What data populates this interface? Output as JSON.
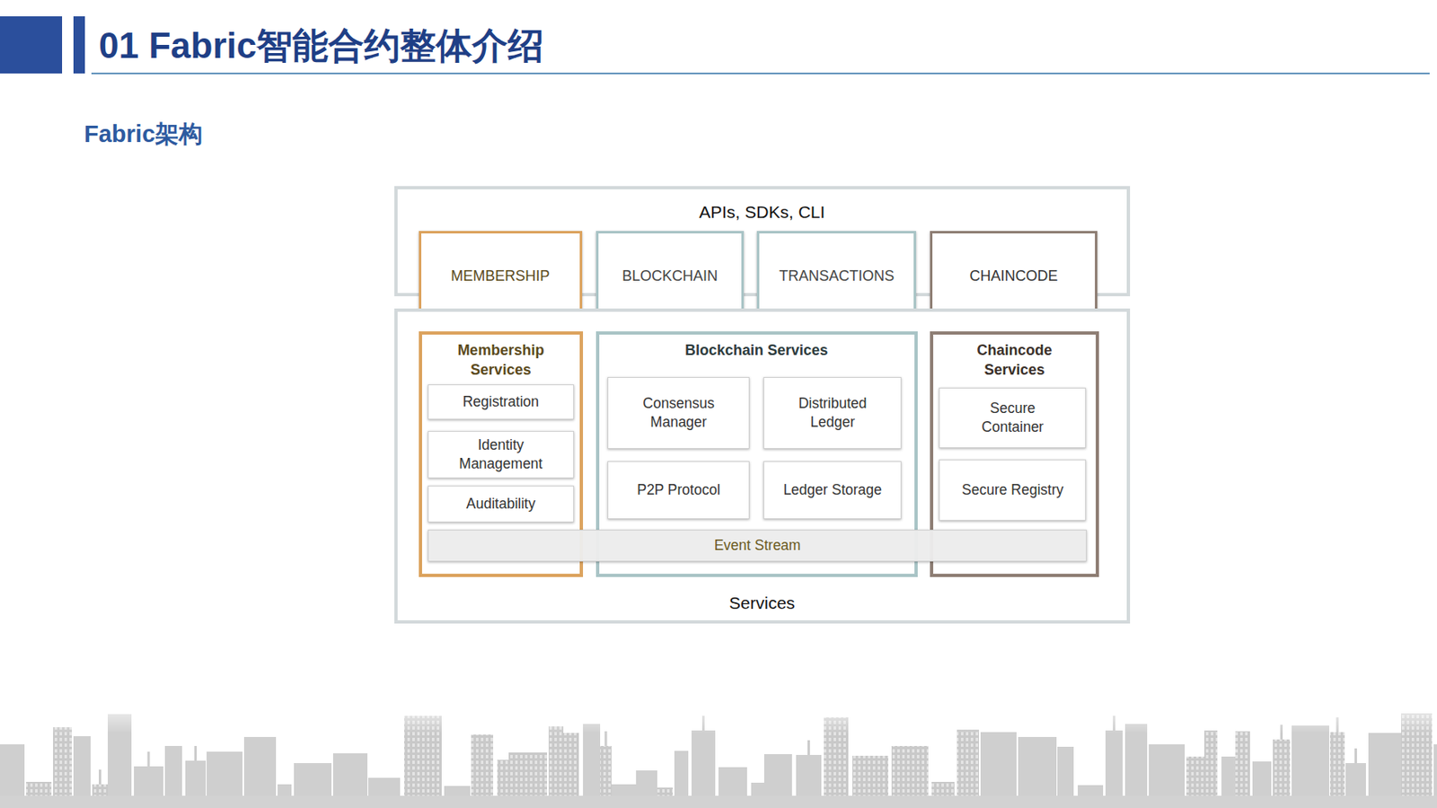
{
  "diagram": {
    "title": "01 Fabric智能合约整体介绍",
    "nodes": [
      {
        "text": [
          "APIs, SDKs, CLI"
        ]
      },
      {
        "text": [
          "MEMBERSHIP"
        ],
        "in": 0
      },
      {
        "text": [
          "BLOCKCHAIN"
        ],
        "in": 0
      },
      {
        "text": [
          "TRANSACTIONS"
        ],
        "in": 0
      },
      {
        "text": [
          "CHAINCODE"
        ],
        "in": 0
      },
      {
        "text": [
          "Services"
        ]
      },
      {
        "text": [
          "Membership Services"
        ],
        "in": 5
      },
      {
        "text": [
          "Registration"
        ],
        "in": 6
      },
      {
        "text": [
          "Identity Management"
        ],
        "in": 6
      },
      {
        "text": [
          "Auditability"
        ],
        "in": 6
      },
      {
        "text": [
          "Blockchain Services"
        ],
        "in": 5
      },
      {
        "text": [
          "Consensus Manager"
        ],
        "in": 10
      },
      {
        "text": [
          "Distributed Ledger"
        ],
        "in": 10
      },
      {
        "text": [
          "P2P Protocol"
        ],
        "in": 10
      },
      {
        "text": [
          "Ledger Storage"
        ],
        "in": 10
      },
      {
        "text": [
          "Chaincode Services"
        ],
        "in": 5
      },
      {
        "text": [
          "Secure Container"
        ],
        "in": 15
      },
      {
        "text": [
          "Secure Registry"
        ],
        "in": 15
      },
      {
        "text": [
          "Event Stream"
        ],
        "in": 5
      }
    ],
    "labels": [
      "Fabric架构"
    ]
  }
}
